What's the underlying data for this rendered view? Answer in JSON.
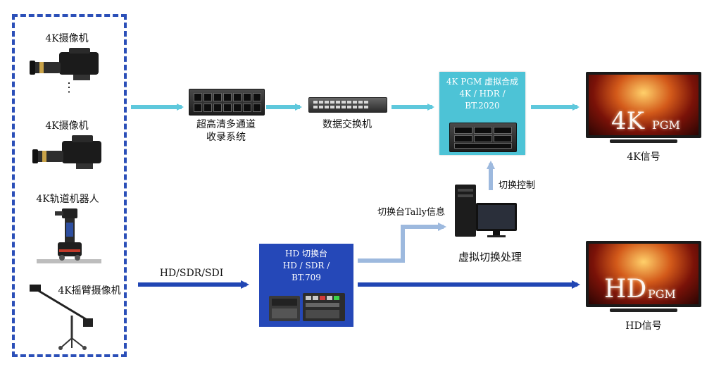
{
  "colors": {
    "cyan_arrow": "#5ec8dc",
    "blue_arrow": "#2146b4",
    "light_arrow": "#9db9de",
    "group_border": "#2b4fb8",
    "pgm_box": "#4dc3d6",
    "hd_box": "#2548b8"
  },
  "sources": {
    "cam1_label": "4K摄像机",
    "dots": "⋮",
    "cam2_label": "4K摄像机",
    "robot_label": "4K轨道机器人",
    "jib_label": "4K摇臂摄像机"
  },
  "recorder": {
    "line1": "超高清多通道",
    "line2": "收录系统"
  },
  "switch": {
    "label": "数据交换机"
  },
  "pgm4k": {
    "line1": "4K PGM 虚拟合成",
    "line2": "4K / HDR /",
    "line3": "BT.2020"
  },
  "tv4k": {
    "overlay_big": "4K",
    "overlay_small": "PGM",
    "caption": "4K信号"
  },
  "virtual": {
    "label": "虚拟切换处理",
    "control_label": "切换控制",
    "tally_label": "切换台Tally信息"
  },
  "hd_link": {
    "label": "HD/SDR/SDI"
  },
  "hdswitcher": {
    "line1": "HD 切换台",
    "line2": "HD / SDR /",
    "line3": "BT.709"
  },
  "tvhd": {
    "overlay_big": "HD",
    "overlay_small": "PGM",
    "caption": "HD信号"
  }
}
